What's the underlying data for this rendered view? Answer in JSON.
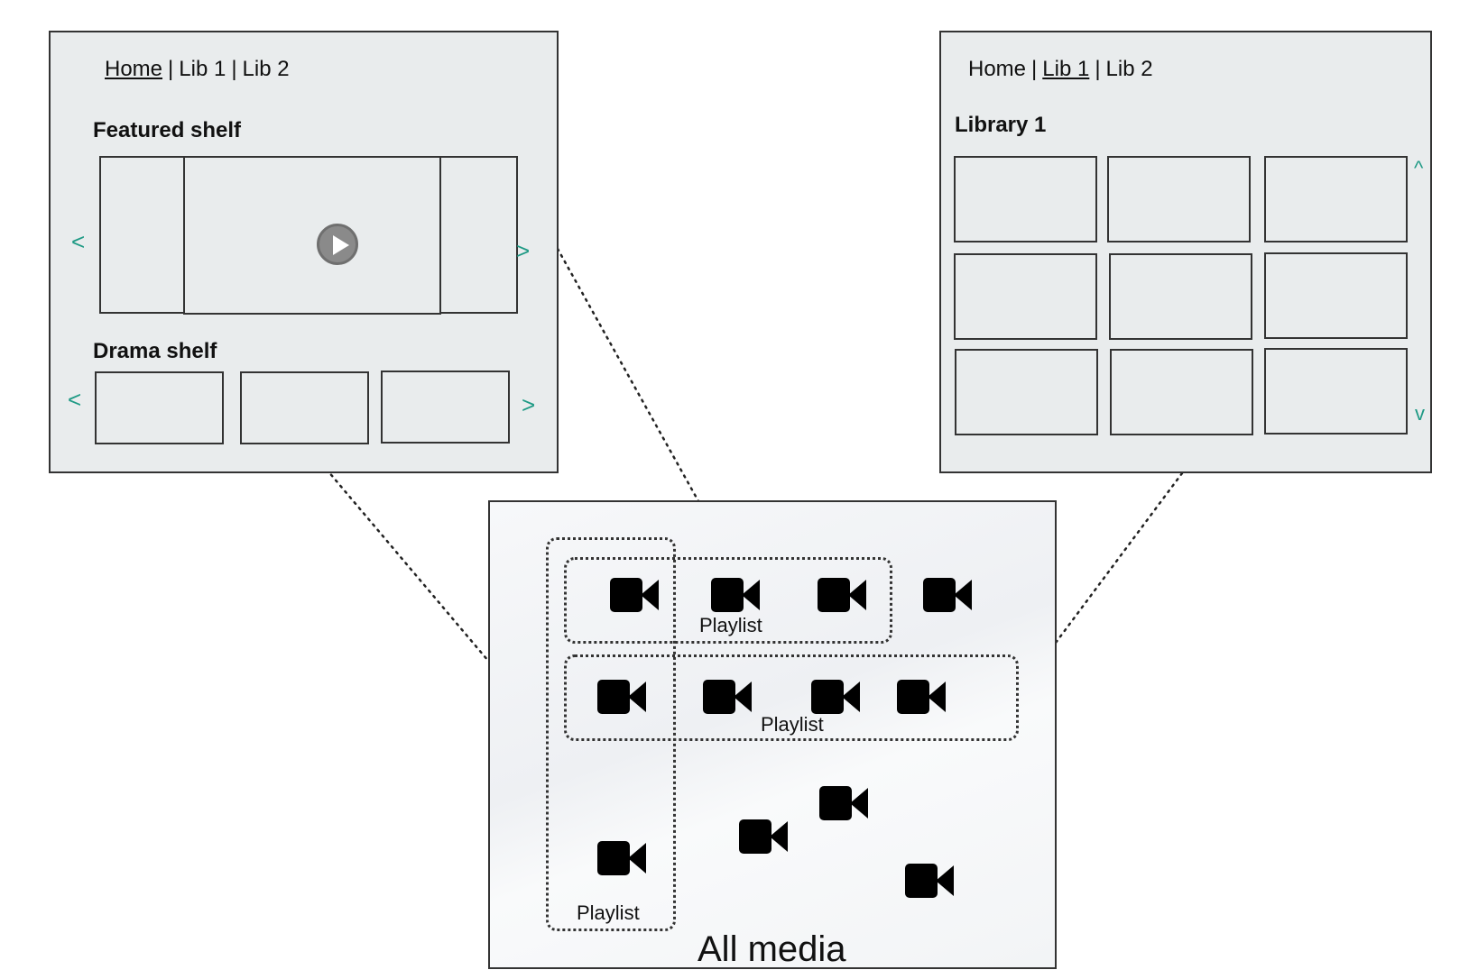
{
  "home_panel": {
    "nav": {
      "home": "Home",
      "sep": "|",
      "lib1": "Lib 1",
      "lib2": "Lib 2"
    },
    "featured_title": "Featured shelf",
    "drama_title": "Drama shelf",
    "arrow_left": "<",
    "arrow_right": ">"
  },
  "library_panel": {
    "nav": {
      "home": "Home",
      "sep": "|",
      "lib1": "Lib 1",
      "lib2": "Lib 2"
    },
    "title": "Library 1",
    "scroll_up": "^",
    "scroll_down": "v",
    "grid": {
      "rows": 3,
      "cols": 3
    }
  },
  "media_area": {
    "title": "All media",
    "playlist_label": "Playlist"
  },
  "colors": {
    "panel_bg": "#e9eced",
    "accent": "#1f9a85",
    "border": "#333333"
  }
}
